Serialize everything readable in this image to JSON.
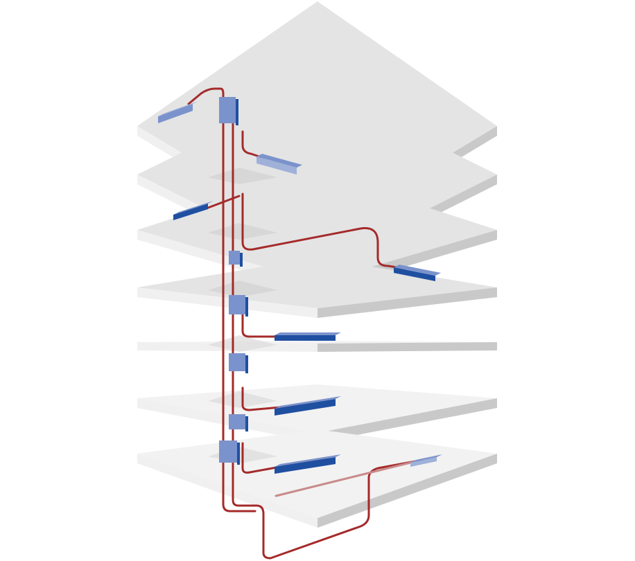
{
  "diagram": {
    "kind": "isometric-building-riser",
    "floor_count": 7,
    "colors": {
      "background": "#ffffff",
      "slab_top_upper": "#e4e4e4",
      "slab_top_lower": "#f2f2f2",
      "slab_edge_left": "#f0f0f0",
      "slab_edge_right": "#c9c9c9",
      "pipe": "#a52a2a",
      "pipe_faded": "#c98a8a",
      "unit_front": "#1f4fa0",
      "unit_light": "#7b93cc",
      "unit_faded": "#9fb1d8"
    },
    "icons": [
      "riser-shaft",
      "supply-pipe",
      "distribution-unit"
    ]
  }
}
